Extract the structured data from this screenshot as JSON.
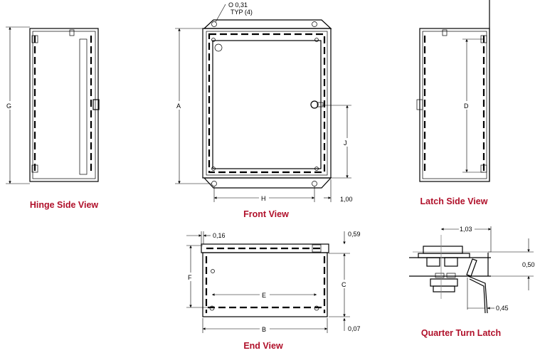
{
  "views": {
    "hinge_side": "Hinge Side View",
    "front": "Front View",
    "latch_side": "Latch Side View",
    "end": "End View",
    "quarter_turn": "Quarter Turn Latch"
  },
  "dimensions": {
    "hole": "O  0,31",
    "hole_typ": "TYP (4)",
    "G": "G",
    "A": "A",
    "J": "J",
    "H": "H",
    "offset_100": "1,00",
    "D": "D",
    "F": "F",
    "E": "E",
    "B": "B",
    "C": "C",
    "d016": "0,16",
    "d059": "0,59",
    "d007": "0,07",
    "d103": "1,03",
    "d050": "0,50",
    "d045": "0,45"
  },
  "colors": {
    "title": "#b0102a"
  }
}
